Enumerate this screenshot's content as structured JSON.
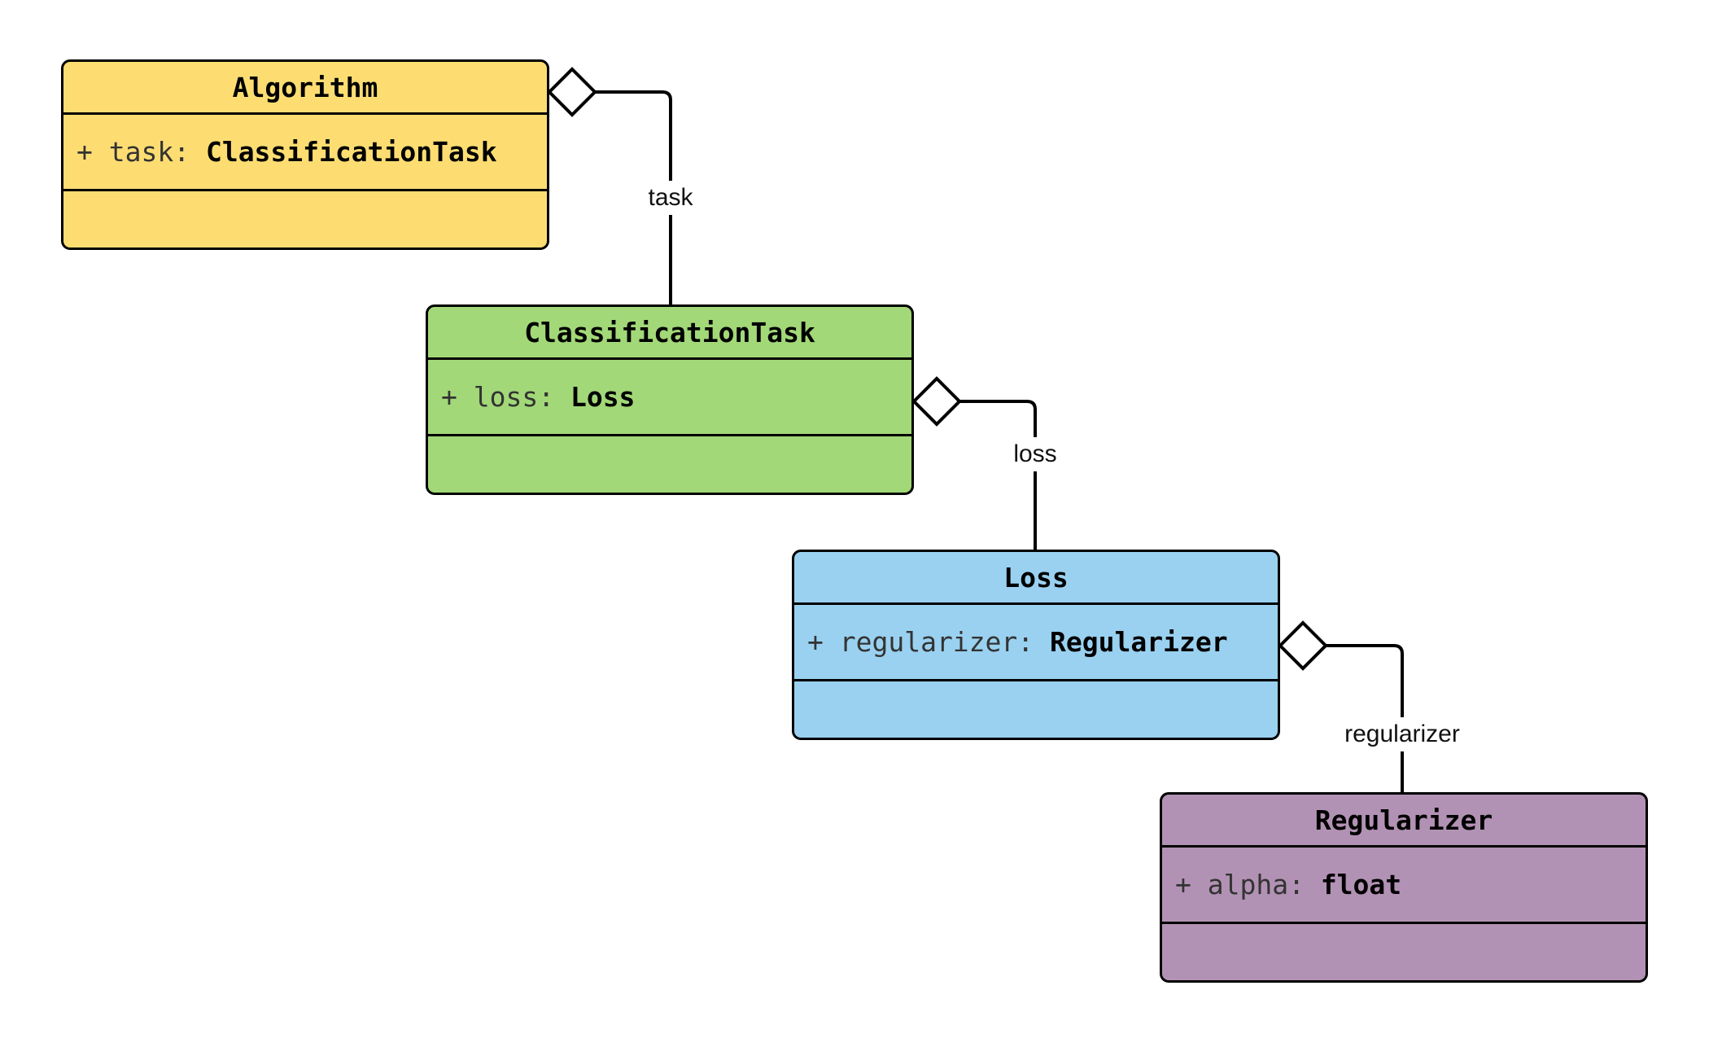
{
  "diagram": {
    "type": "uml-class-diagram",
    "background_color": "#ffffff",
    "line_color": "#000000",
    "classes": [
      {
        "name": "Algorithm",
        "fill": "#FDDD72",
        "attribute": {
          "prefix": "+ task: ",
          "type": "ClassificationTask"
        },
        "methods": []
      },
      {
        "name": "ClassificationTask",
        "fill": "#A2D878",
        "attribute": {
          "prefix": "+ loss: ",
          "type": "Loss"
        },
        "methods": []
      },
      {
        "name": "Loss",
        "fill": "#9AD1F0",
        "attribute": {
          "prefix": "+ regularizer: ",
          "type": "Regularizer"
        },
        "methods": []
      },
      {
        "name": "Regularizer",
        "fill": "#B292B4",
        "attribute": {
          "prefix": "+ alpha: ",
          "type": "float"
        },
        "methods": []
      }
    ],
    "edges": [
      {
        "label": "task",
        "from": "Algorithm",
        "to": "ClassificationTask",
        "kind": "aggregation"
      },
      {
        "label": "loss",
        "from": "ClassificationTask",
        "to": "Loss",
        "kind": "aggregation"
      },
      {
        "label": "regularizer",
        "from": "Loss",
        "to": "Regularizer",
        "kind": "aggregation"
      }
    ]
  }
}
